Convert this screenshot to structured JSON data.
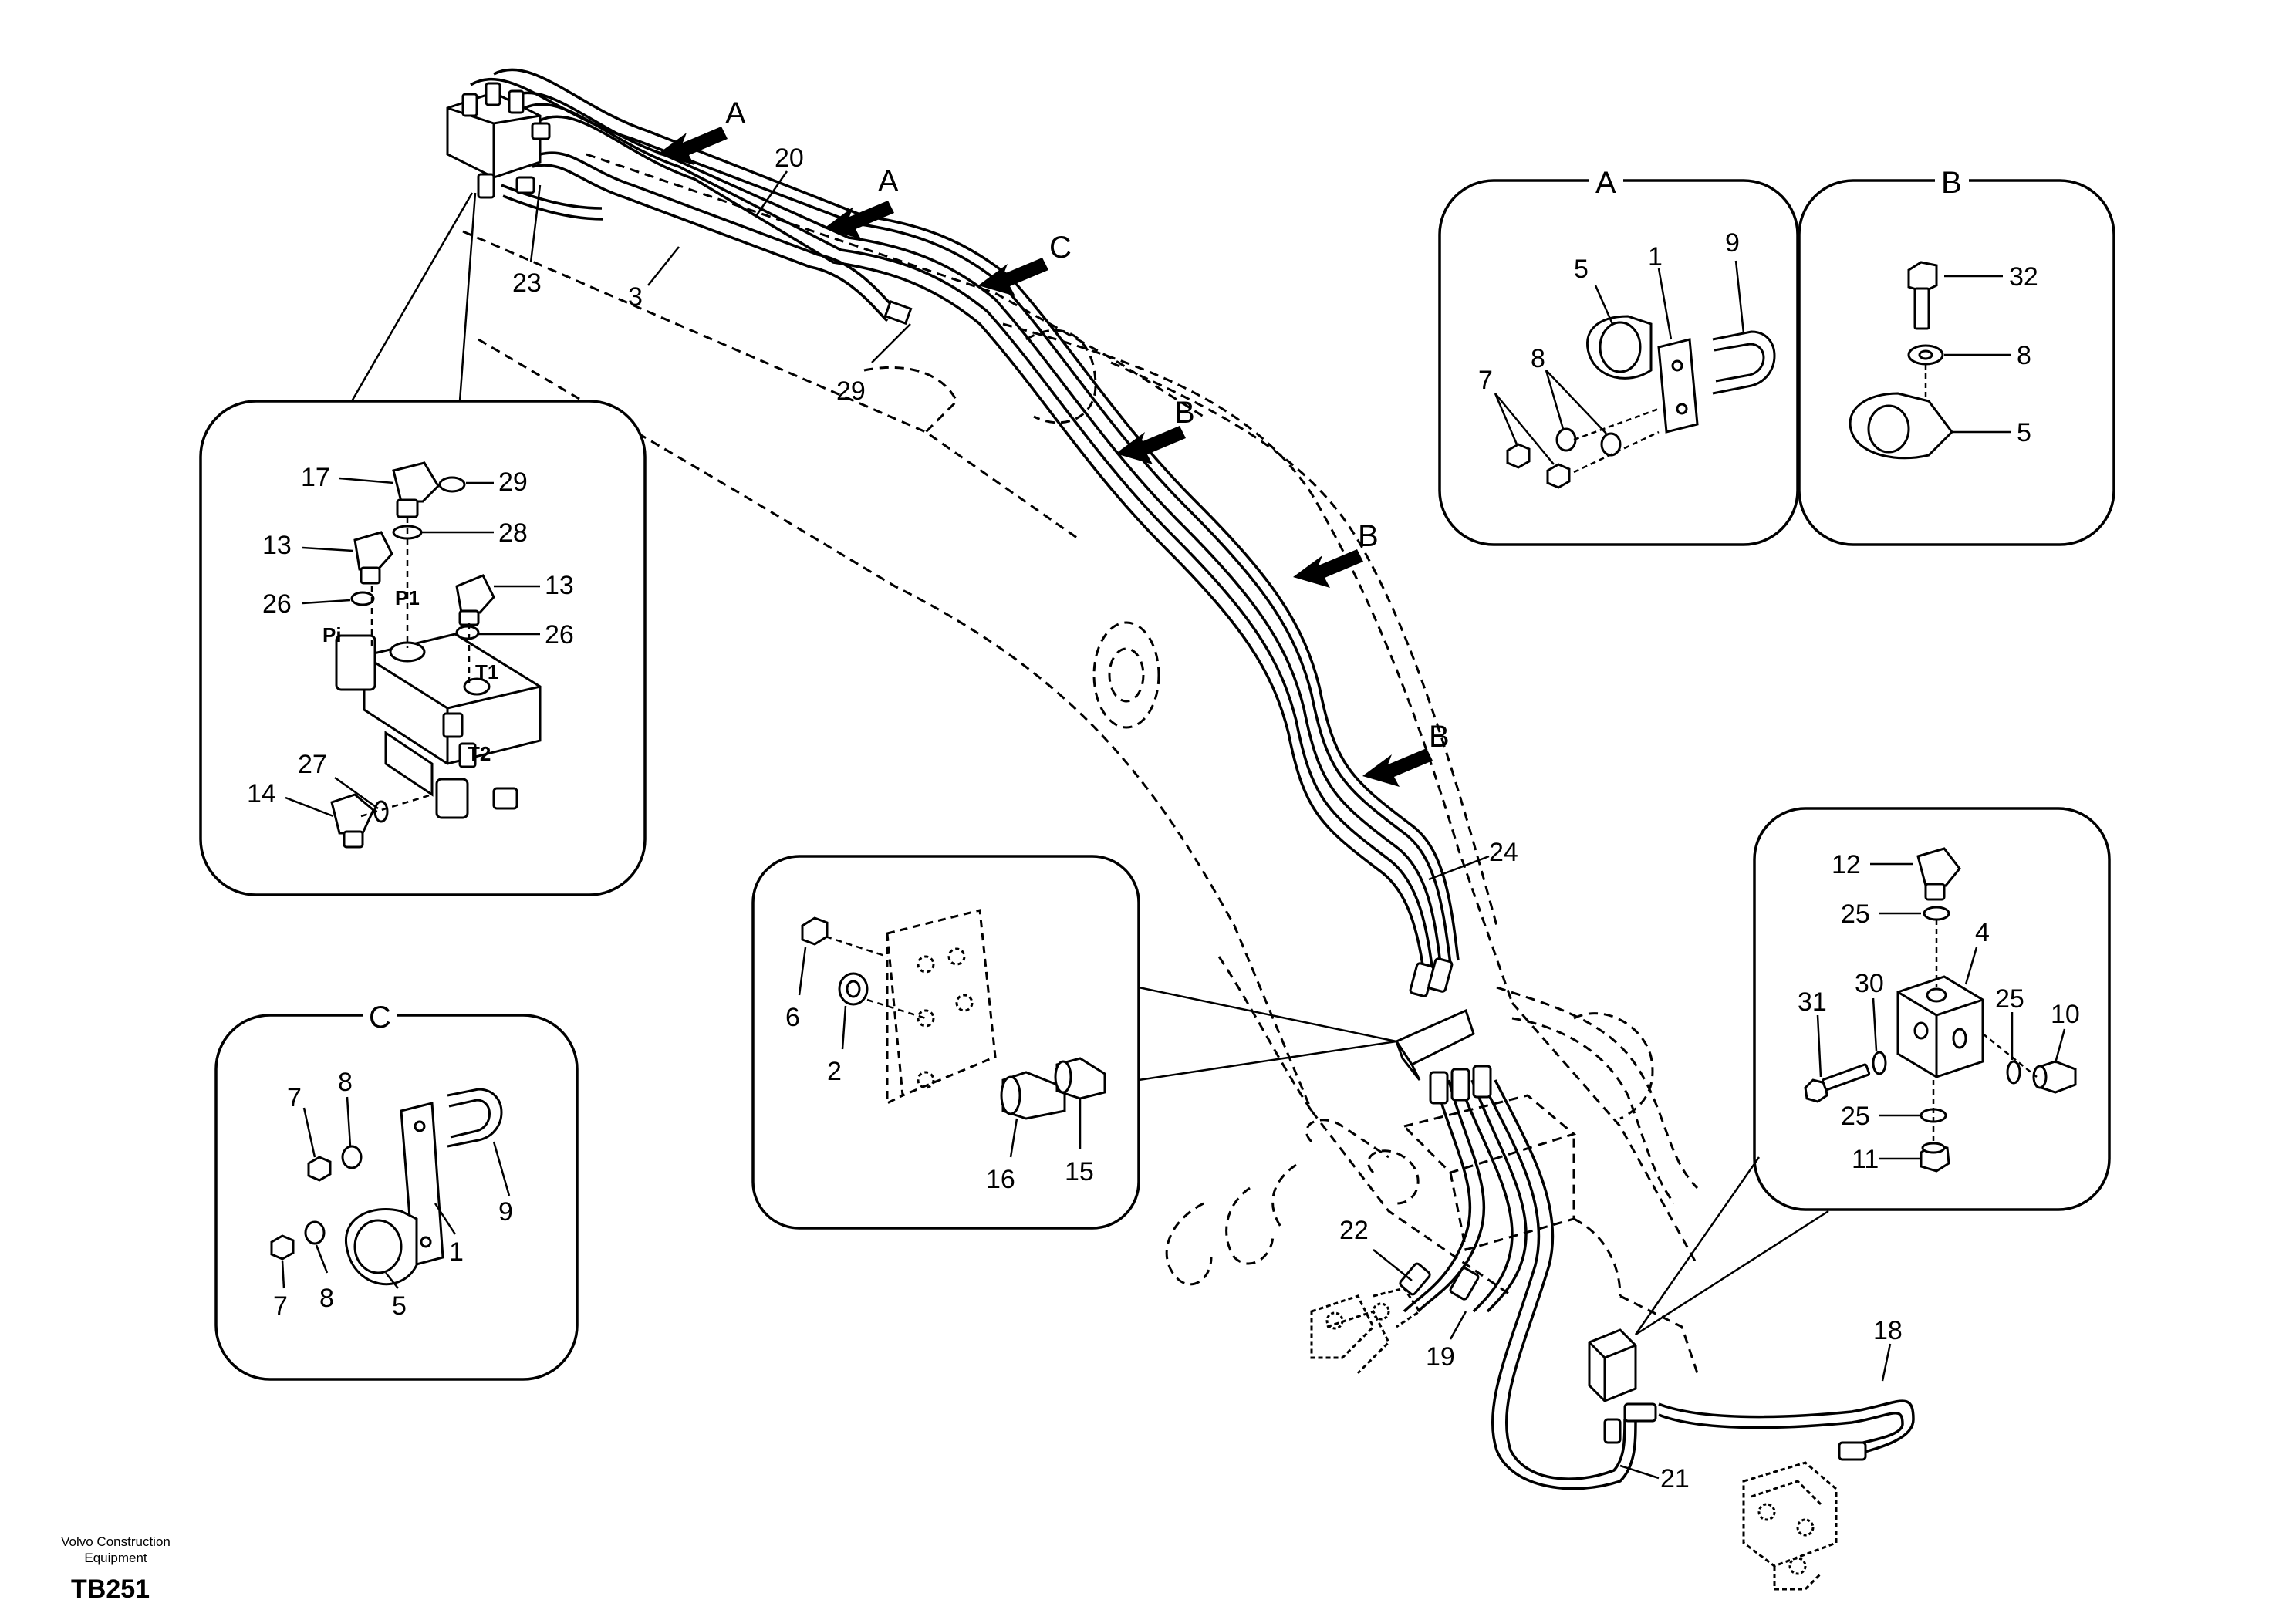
{
  "section_labels": {
    "A": "A",
    "B": "B",
    "C": "C"
  },
  "arrow_labels": [
    "A",
    "A",
    "C",
    "B",
    "B",
    "B"
  ],
  "callouts": {
    "main": [
      "20",
      "23",
      "3",
      "29",
      "24",
      "22",
      "19",
      "21",
      "18"
    ],
    "valve_detail": [
      "17",
      "29",
      "13",
      "28",
      "26",
      "13",
      "26",
      "27",
      "14"
    ],
    "valve_ports": [
      "P1",
      "Pi",
      "T1",
      "T2"
    ],
    "bracket_detail": [
      "6",
      "2",
      "16",
      "15"
    ],
    "detail_A": [
      "5",
      "1",
      "9",
      "7",
      "8"
    ],
    "detail_B": [
      "32",
      "8",
      "5"
    ],
    "detail_C": [
      "7",
      "8",
      "9",
      "1",
      "7",
      "8",
      "5"
    ],
    "block_detail": [
      "12",
      "25",
      "4",
      "31",
      "30",
      "25",
      "10",
      "25",
      "11"
    ]
  },
  "footer": {
    "company_line1": "Volvo Construction",
    "company_line2": "Equipment",
    "code": "TB251"
  }
}
